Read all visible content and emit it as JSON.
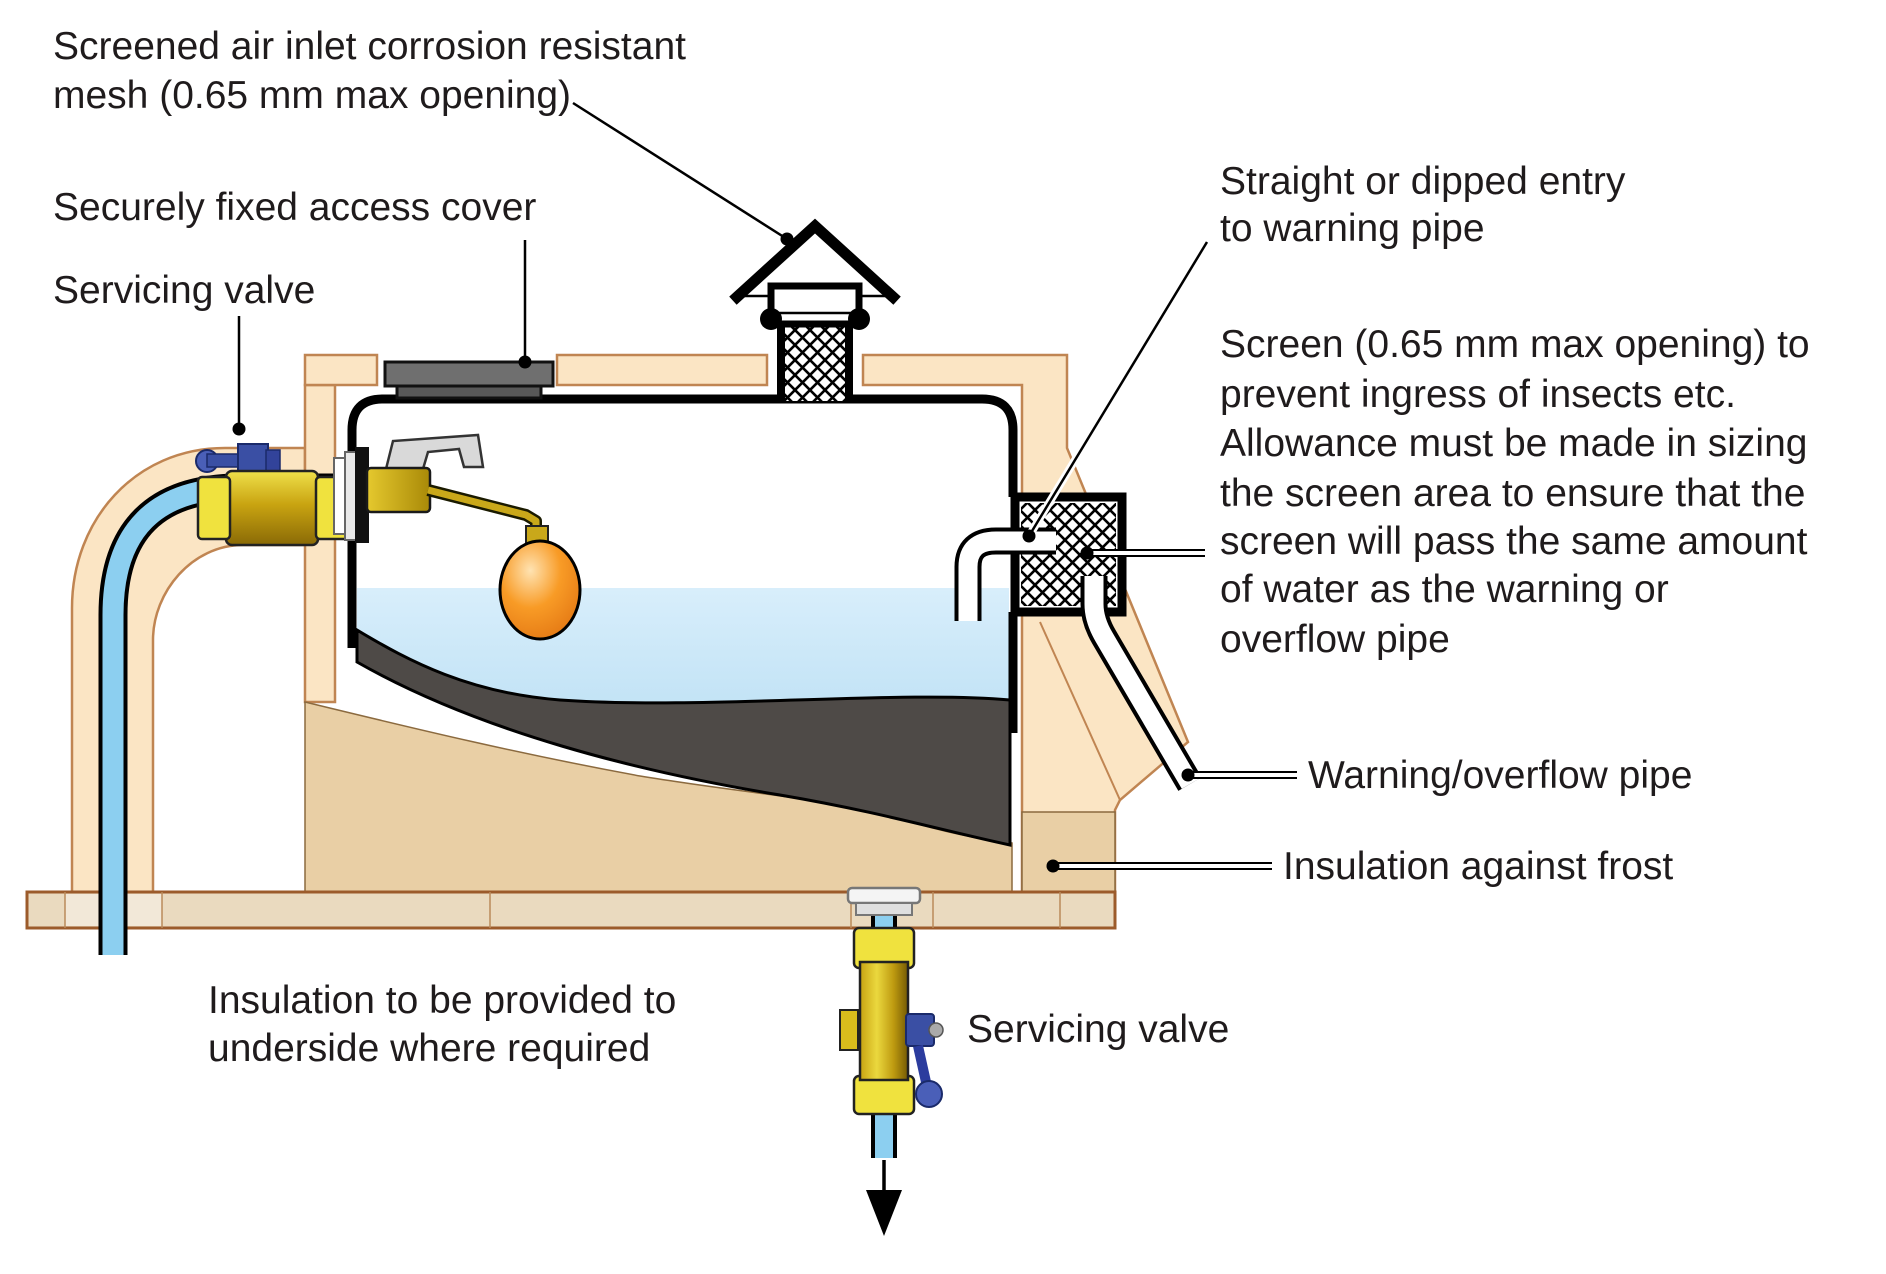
{
  "diagram": {
    "title_hint": "Protected cold water cistern cross-section",
    "labels": {
      "air_inlet": {
        "line1": "Screened air inlet corrosion resistant",
        "line2": "mesh (0.65 mm max opening)"
      },
      "access_cover": "Securely fixed access cover",
      "servicing_valve_top": "Servicing valve",
      "entry": {
        "line1": "Straight or dipped entry",
        "line2": "to warning pipe"
      },
      "screen_note": {
        "lines": [
          "Screen (0.65 mm max opening) to",
          "prevent ingress of insects etc.",
          "Allowance must be made in sizing",
          "the screen area to ensure that the",
          "screen will pass the same amount",
          "of water as the warning or",
          "overflow pipe"
        ]
      },
      "warning_pipe": "Warning/overflow pipe",
      "frost": "Insulation against frost",
      "underside": {
        "line1": "Insulation to be provided to",
        "line2": "underside where required"
      },
      "servicing_valve_bottom": "Servicing valve"
    },
    "colors": {
      "ink": "#1f1b1c",
      "insulation": "#FBE5C4",
      "insulation_outline": "#C08552",
      "frost": "#E9CFA5",
      "board": "#EADABF",
      "board_outline": "#9C5B2B",
      "water_top": "#D8EEFB",
      "water_bottom": "#A9D6F0",
      "pipe_blue": "#8CCFF0",
      "brass_light": "#F0E23E",
      "brass_mid": "#C9A411",
      "handle_blue": "#3A4FA4",
      "float_orange": "#F89B26",
      "sludge_gray": "#4E4A47",
      "cover_gray": "#6F6F6F"
    }
  }
}
